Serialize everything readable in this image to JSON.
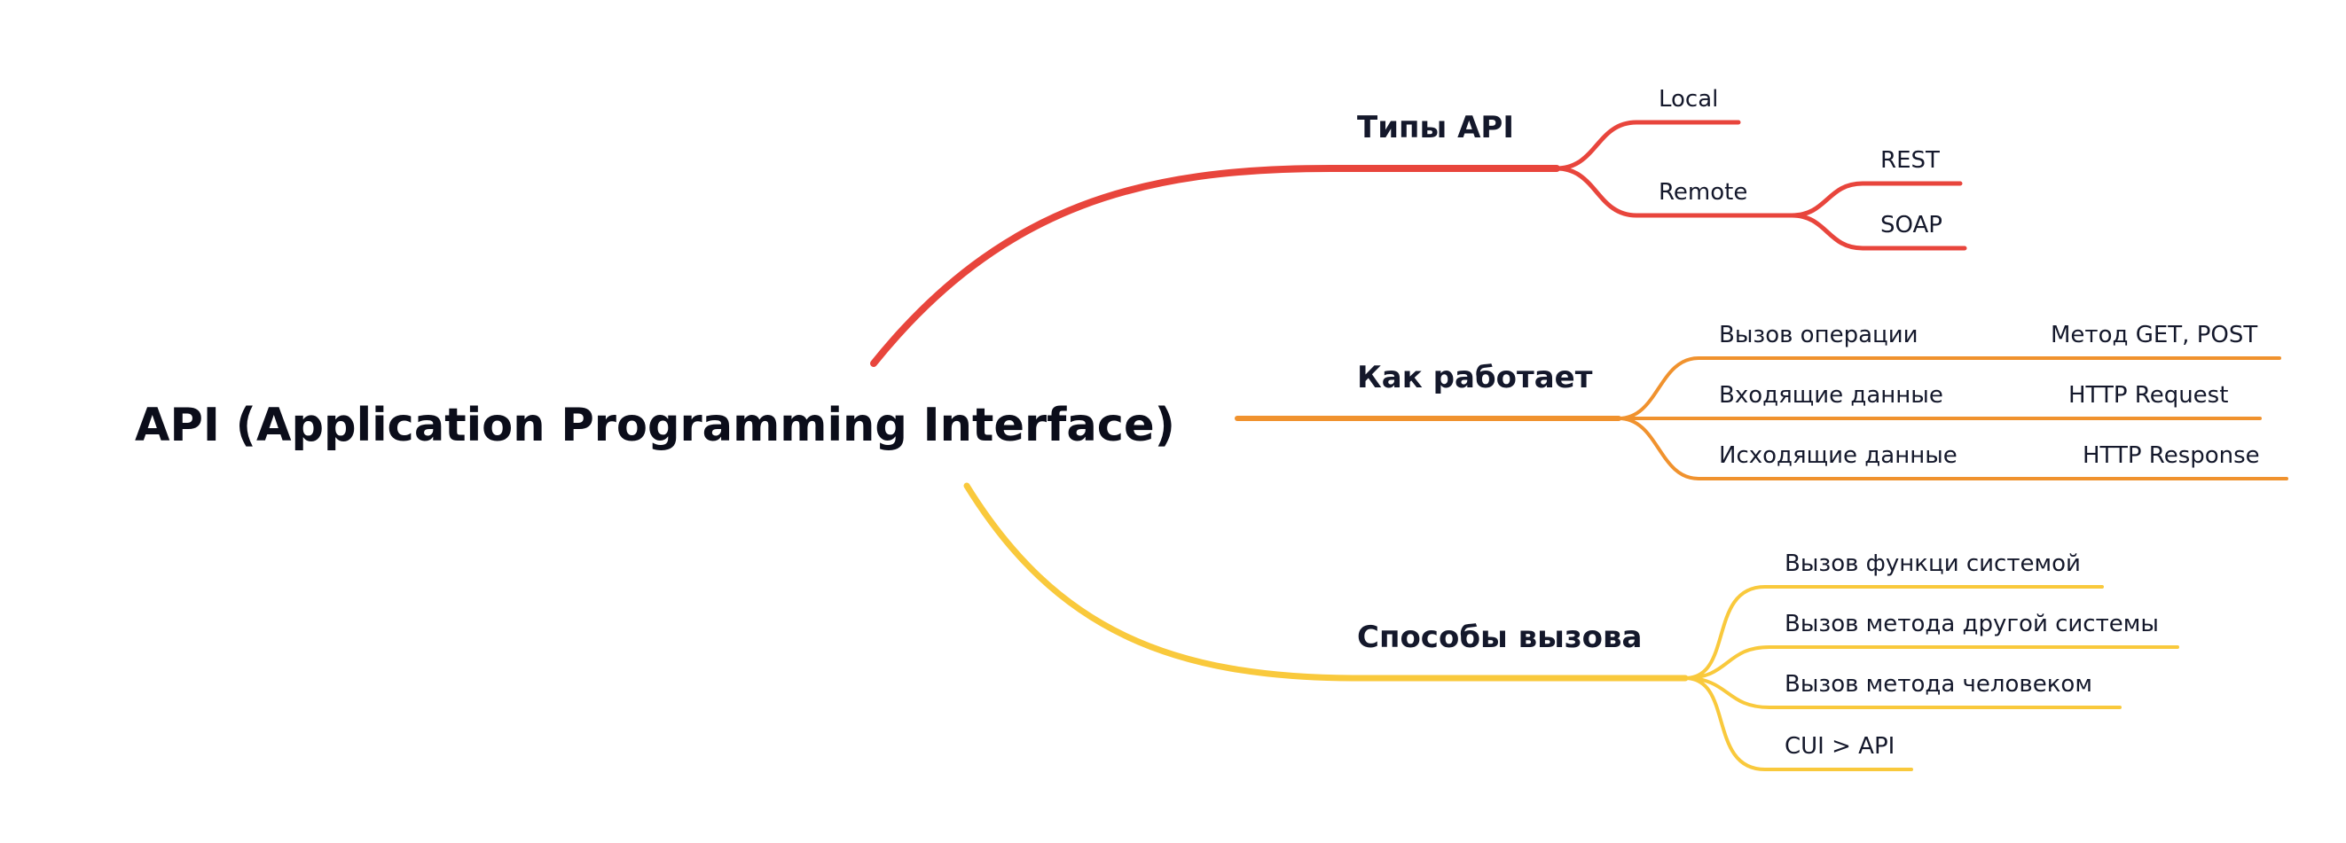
{
  "root": {
    "label": "API (Application Programming Interface)"
  },
  "colors": {
    "branch_1": "#e8453c",
    "branch_2": "#f0922e",
    "branch_3": "#f9c93c",
    "text": "#14182b"
  },
  "branches": [
    {
      "label": "Типы API",
      "color": "#e8453c",
      "children": [
        {
          "label": "Local"
        },
        {
          "label": "Remote",
          "children": [
            {
              "label": "REST"
            },
            {
              "label": "SOAP"
            }
          ]
        }
      ]
    },
    {
      "label": "Как работает",
      "color": "#f0922e",
      "children": [
        {
          "label": "Вызов операции",
          "detail": "Метод GET, POST"
        },
        {
          "label": "Входящие данные",
          "detail": "HTTP Request"
        },
        {
          "label": "Исходящие данные",
          "detail": "HTTP Response"
        }
      ]
    },
    {
      "label": "Способы вызова",
      "color": "#f9c93c",
      "children": [
        {
          "label": "Вызов функци системой"
        },
        {
          "label": "Вызов метода другой системы"
        },
        {
          "label": "Вызов метода человеком"
        },
        {
          "label": "CUI > API"
        }
      ]
    }
  ]
}
